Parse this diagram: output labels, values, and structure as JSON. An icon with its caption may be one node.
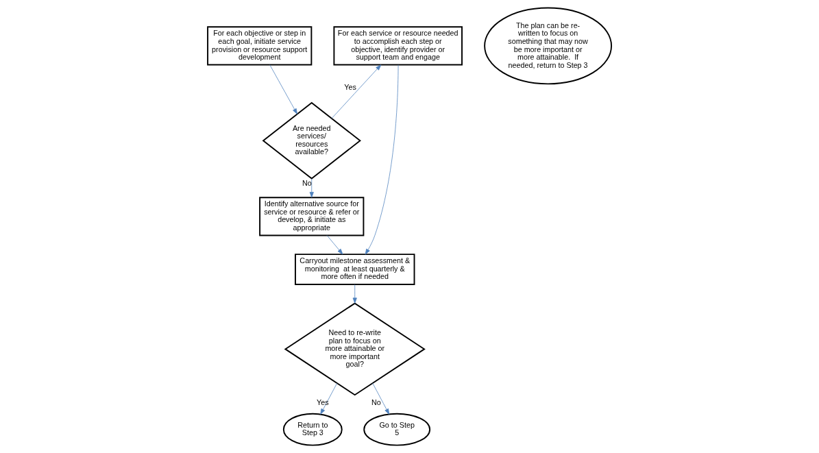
{
  "diagram": {
    "nodes": [
      {
        "text": [
          "For each objective or step in each goal, initiate service provision or resource support development"
        ]
      },
      {
        "text": [
          "Are needed services/ resources available?"
        ]
      },
      {
        "text": [
          "For each service or resource needed to accomplish each step or objective, identify provider or support team and engage"
        ]
      },
      {
        "text": [
          "Carryout milestone assessment & monitoring  at least quarterly & more often if needed"
        ]
      },
      {
        "text": [
          "Identify alternative source for service or resource & refer or develop, & initiate as appropriate"
        ]
      },
      {
        "text": [
          "Need to re-write plan to focus on more attainable or more important goal?"
        ]
      },
      {
        "text": [
          "Return to Step 3"
        ]
      },
      {
        "text": [
          "Go to Step 5"
        ]
      },
      {
        "text": [
          "The plan can be re-written to focus on something that may now be more important or more attainable.  If needed, return to Step 3"
        ]
      }
    ],
    "edges": [
      {
        "from": 0,
        "to": 1,
        "arrow": "to"
      },
      {
        "from": 1,
        "to": 2,
        "arrow": "to",
        "label": "Yes"
      },
      {
        "from": 1,
        "to": 4,
        "arrow": "to",
        "label": "No"
      },
      {
        "from": 2,
        "to": 3,
        "arrow": "to"
      },
      {
        "from": 4,
        "to": 3,
        "arrow": "to"
      },
      {
        "from": 3,
        "to": 5,
        "arrow": "to"
      },
      {
        "from": 5,
        "to": 6,
        "arrow": "to",
        "label": "Yes"
      },
      {
        "from": 5,
        "to": 7,
        "arrow": "to",
        "label": "No"
      }
    ]
  }
}
